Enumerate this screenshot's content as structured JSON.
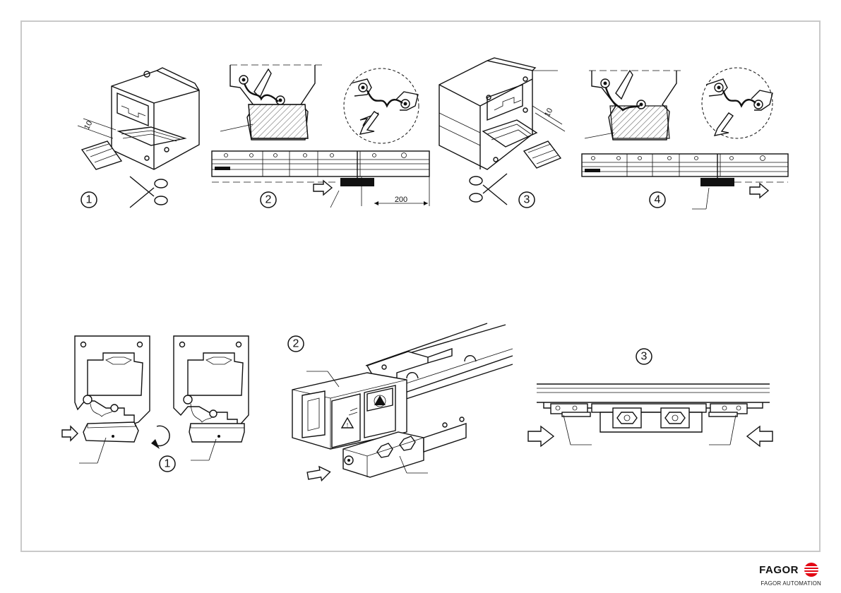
{
  "steps_top": [
    "1",
    "2",
    "3",
    "4"
  ],
  "steps_bottom": [
    "1",
    "2",
    "3"
  ],
  "dimensions": {
    "top_cut_left": "10",
    "top_cut_right": "10",
    "top_offset": "200"
  },
  "brand": {
    "name": "FAGOR",
    "subtitle": "FAGOR AUTOMATION",
    "accent_color": "#e30613"
  },
  "icons": [
    "scissors-icon",
    "arrow-right-icon",
    "arrow-left-icon",
    "rotate-icon",
    "warning-icon"
  ]
}
